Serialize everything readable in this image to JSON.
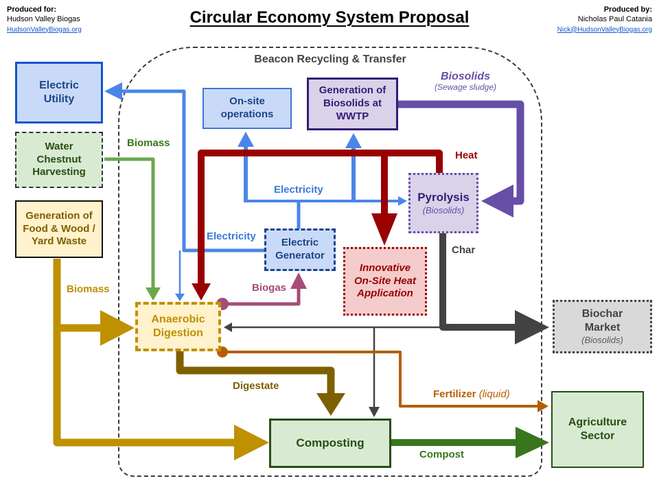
{
  "header": {
    "produced_for": {
      "label": "Produced for:",
      "name": "Hudson Valley Biogas",
      "link": "HudsonValleyBiogas.org"
    },
    "title": "Circular Economy System Proposal",
    "produced_by": {
      "label": "Produced by:",
      "name": "Nicholas Paul Catania",
      "link": "Nick@HudsonValleyBiogas.org"
    }
  },
  "container": {
    "label": "Beacon Recycling & Transfer"
  },
  "boxes": {
    "electric_utility": {
      "label": "Electric Utility"
    },
    "water_chestnut": {
      "label": "Water Chestnut Harvesting"
    },
    "food_waste": {
      "label": "Generation of Food & Wood / Yard Waste"
    },
    "onsite_ops": {
      "label": "On-site operations"
    },
    "wwtp": {
      "label": "Generation of Biosolids at WWTP"
    },
    "pyrolysis": {
      "label": "Pyrolysis",
      "sublabel": "(Biosolids)"
    },
    "electric_generator": {
      "label": "Electric Generator"
    },
    "heat_app": {
      "label": "Innovative On-Site Heat Application"
    },
    "anaerobic_digestion": {
      "label": "Anaerobic Digestion"
    },
    "biochar_market": {
      "label": "Biochar Market",
      "sublabel": "(Biosolids)"
    },
    "composting": {
      "label": "Composting"
    },
    "agriculture": {
      "label": "Agriculture Sector"
    }
  },
  "flow_labels": {
    "biomass_green": "Biomass",
    "biomass_gold": "Biomass",
    "electricity_top": "Electricity",
    "electricity_left": "Electricity",
    "biogas": "Biogas",
    "heat": "Heat",
    "biosolids": "Biosolids",
    "biosolids_sub": "(Sewage sludge)",
    "char": "Char",
    "digestate": "Digestate",
    "fertilizer": "Fertilizer",
    "fertilizer_sub": "(liquid)",
    "compost": "Compost"
  },
  "colors": {
    "electricity_blue": "#4a86e8",
    "biomass_green": "#6aa84f",
    "biomass_gold": "#bf9000",
    "digestate_olive": "#7f6000",
    "heat_red": "#990000",
    "biosolids_purple": "#674ea7",
    "biogas_magenta": "#a64d79",
    "char_gray": "#434343",
    "fertilizer_orange": "#b45f06",
    "compost_green": "#38761d"
  }
}
